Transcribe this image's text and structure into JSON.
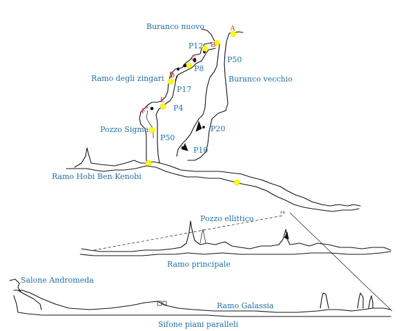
{
  "labels": {
    "buranco_nuovo": "Buranco nuovo",
    "p12": "P12",
    "p50_top": "P50",
    "p8": "P8",
    "ramo_zingari": "Ramo degli zingari",
    "buranco_vecchio": "Buranco vecchio",
    "p17": "P17",
    "p4": "P4",
    "pozzo_sigma": "Pozzo Sigma",
    "p20": "P20",
    "p50_mid": "P50",
    "p10": "P10",
    "ramo_hobi": "Ramo Hobi Ben Kenobi",
    "pozzo_ellittico": "Pozzo ellittico",
    "ramo_principale": "Ramo principale",
    "salone_andromeda": "Salone Andromeda",
    "ramo_galassia": "Ramo Galassia",
    "sifone": "Sifone piani paralleli",
    "ab_mark": "A-B"
  },
  "letters": {
    "a": "A",
    "b": "B",
    "c": "C",
    "d": "D",
    "e": "E",
    "f": "F",
    "b_small": "B"
  },
  "colors": {
    "label": "#1f6fa8",
    "letter": "#d42a1a",
    "marker": "#ffff00",
    "line": "#111111"
  }
}
